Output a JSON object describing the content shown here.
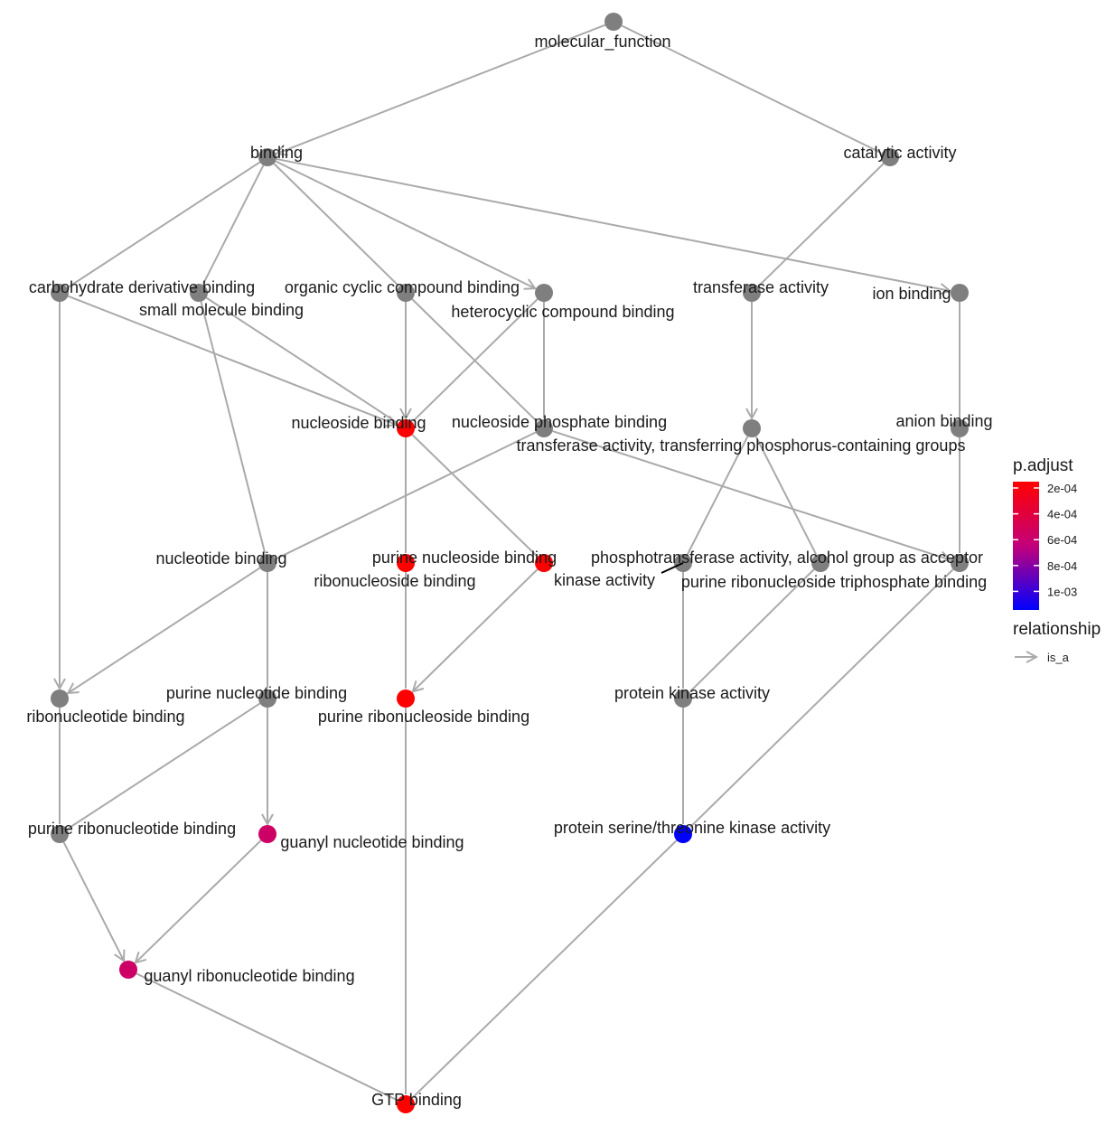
{
  "colors": {
    "edge": "#aaaaaa",
    "node_default": "#7f7f7f",
    "low": "#ff0000",
    "high": "#0000ff",
    "mid": "#c3007a"
  },
  "legend": {
    "color_title": "p.adjust",
    "ticks": [
      "2e-04",
      "4e-04",
      "6e-04",
      "8e-04",
      "1e-03"
    ],
    "relationship_title": "relationship",
    "relationship_item": "is_a"
  },
  "nodes": [
    {
      "id": "mf",
      "label": "molecular_function",
      "colored": false
    },
    {
      "id": "binding",
      "label": "binding",
      "colored": false
    },
    {
      "id": "catalytic",
      "label": "catalytic activity",
      "colored": false
    },
    {
      "id": "carb",
      "label": "carbohydrate derivative binding",
      "colored": false
    },
    {
      "id": "small",
      "label": "small molecule binding",
      "colored": false
    },
    {
      "id": "organic",
      "label": "organic cyclic compound binding",
      "colored": false
    },
    {
      "id": "hetero",
      "label": "heterocyclic compound binding",
      "colored": false
    },
    {
      "id": "transferase",
      "label": "transferase activity",
      "colored": false
    },
    {
      "id": "ion",
      "label": "ion binding",
      "colored": false
    },
    {
      "id": "nucleoside",
      "label": "nucleoside binding",
      "colored": true,
      "p_adjust": 0.00016
    },
    {
      "id": "nucphos",
      "label": "nucleoside phosphate binding",
      "colored": false
    },
    {
      "id": "transphos",
      "label": "transferase activity, transferring phosphorus-containing groups",
      "colored": false
    },
    {
      "id": "anion",
      "label": "anion binding",
      "colored": false
    },
    {
      "id": "nucleotide",
      "label": "nucleotide binding",
      "colored": false
    },
    {
      "id": "ribonucleoside",
      "label": "ribonucleoside binding",
      "colored": true,
      "p_adjust": 0.00016
    },
    {
      "id": "purinenucleoside",
      "label": "purine nucleoside binding",
      "colored": true,
      "p_adjust": 0.00016
    },
    {
      "id": "kinase",
      "label": "kinase activity",
      "colored": false
    },
    {
      "id": "phosphotrans",
      "label": "phosphotransferase activity, alcohol group as acceptor",
      "colored": false
    },
    {
      "id": "purineribotri",
      "label": "purine ribonucleoside triphosphate binding",
      "colored": false
    },
    {
      "id": "ribonucleotide",
      "label": "ribonucleotide binding",
      "colored": false
    },
    {
      "id": "purinenucleotide",
      "label": "purine nucleotide binding",
      "colored": false
    },
    {
      "id": "purineribonucleoside",
      "label": "purine ribonucleoside binding",
      "colored": true,
      "p_adjust": 0.00016
    },
    {
      "id": "proteinkinase",
      "label": "protein kinase activity",
      "colored": false
    },
    {
      "id": "purineribonucleotide",
      "label": "purine ribonucleotide binding",
      "colored": false
    },
    {
      "id": "guanylnucleotide",
      "label": "guanyl nucleotide binding",
      "colored": true,
      "p_adjust": 0.00054
    },
    {
      "id": "serthr",
      "label": "protein serine/threonine kinase activity",
      "colored": true,
      "p_adjust": 0.00108
    },
    {
      "id": "guanylribonucleotide",
      "label": "guanyl ribonucleotide binding",
      "colored": true,
      "p_adjust": 0.00054
    },
    {
      "id": "gtp",
      "label": "GTP binding",
      "colored": true,
      "p_adjust": 0.00016
    }
  ],
  "edges": [
    [
      "mf",
      "binding"
    ],
    [
      "mf",
      "catalytic"
    ],
    [
      "binding",
      "carb"
    ],
    [
      "binding",
      "small"
    ],
    [
      "binding",
      "organic"
    ],
    [
      "binding",
      "hetero"
    ],
    [
      "binding",
      "ion"
    ],
    [
      "catalytic",
      "transferase"
    ],
    [
      "carb",
      "nucleoside"
    ],
    [
      "carb",
      "ribonucleotide"
    ],
    [
      "small",
      "nucleoside"
    ],
    [
      "small",
      "nucleotide"
    ],
    [
      "organic",
      "nucleoside"
    ],
    [
      "organic",
      "nucphos"
    ],
    [
      "hetero",
      "nucleoside"
    ],
    [
      "hetero",
      "nucphos"
    ],
    [
      "transferase",
      "transphos"
    ],
    [
      "ion",
      "anion"
    ],
    [
      "nucleoside",
      "ribonucleoside"
    ],
    [
      "nucleoside",
      "purinenucleoside"
    ],
    [
      "nucphos",
      "nucleotide"
    ],
    [
      "nucphos",
      "purineribotri"
    ],
    [
      "transphos",
      "kinase"
    ],
    [
      "transphos",
      "phosphotrans"
    ],
    [
      "anion",
      "purineribotri"
    ],
    [
      "nucleotide",
      "ribonucleotide"
    ],
    [
      "nucleotide",
      "purinenucleotide"
    ],
    [
      "ribonucleoside",
      "purineribonucleoside"
    ],
    [
      "purinenucleoside",
      "purineribonucleoside"
    ],
    [
      "kinase",
      "proteinkinase"
    ],
    [
      "phosphotrans",
      "proteinkinase"
    ],
    [
      "purineribotri",
      "serthr"
    ],
    [
      "ribonucleotide",
      "purineribonucleotide"
    ],
    [
      "purinenucleotide",
      "purineribonucleotide"
    ],
    [
      "purinenucleotide",
      "guanylnucleotide"
    ],
    [
      "purineribonucleoside",
      "gtp"
    ],
    [
      "proteinkinase",
      "serthr"
    ],
    [
      "purineribonucleotide",
      "guanylribonucleotide"
    ],
    [
      "guanylnucleotide",
      "guanylribonucleotide"
    ],
    [
      "guanylribonucleotide",
      "gtp"
    ],
    [
      "serthr",
      "gtp"
    ]
  ]
}
